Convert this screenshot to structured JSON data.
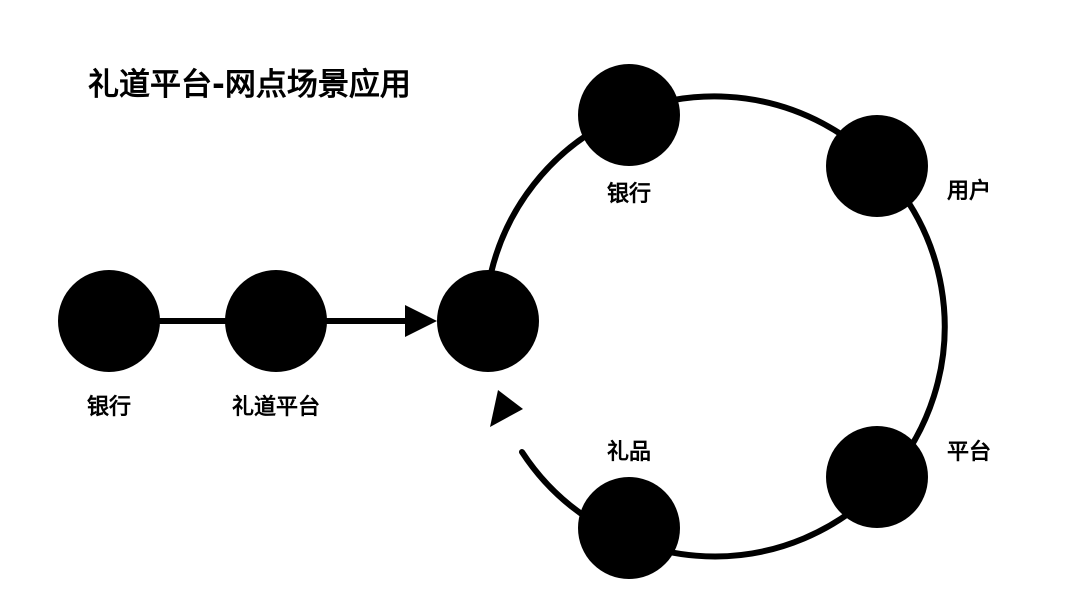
{
  "title": "礼道平台-网点场景应用",
  "colors": {
    "ink": "#000000",
    "background": "#ffffff"
  },
  "nodes": {
    "bank_left": "银行",
    "platform_left": "礼道平台",
    "cycle_bank": "银行",
    "cycle_user": "用户",
    "cycle_platform": "平台",
    "cycle_gift": "礼品"
  }
}
